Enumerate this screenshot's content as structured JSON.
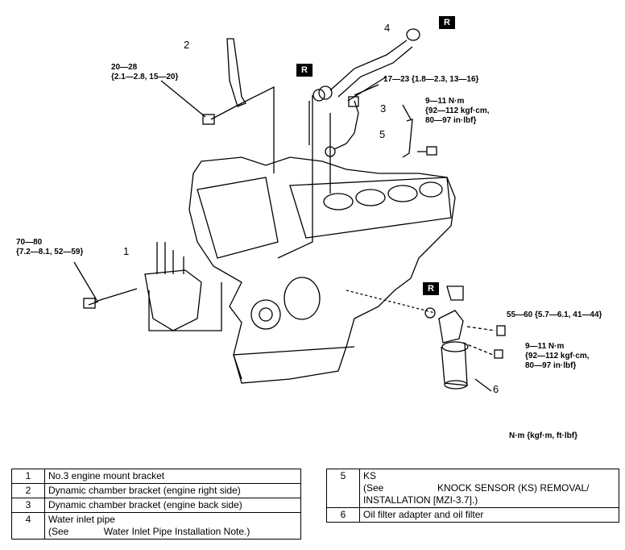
{
  "diagram": {
    "callouts": [
      {
        "id": "1",
        "text": "1"
      },
      {
        "id": "2",
        "text": "2"
      },
      {
        "id": "3",
        "text": "3"
      },
      {
        "id": "4",
        "text": "4"
      },
      {
        "id": "5",
        "text": "5"
      },
      {
        "id": "6",
        "text": "6"
      }
    ],
    "r_marks": [
      "R",
      "R",
      "R"
    ],
    "torques": {
      "t2_line1": "20—28",
      "t2_line2": "{2.1—2.8, 15—20}",
      "t5": "17—23 {1.8—2.3, 13—16}",
      "t3_line1": "9—11 N·m",
      "t3_line2": "{92—112 kgf·cm,",
      "t3_line3": "80—97 in·lbf}",
      "t1_line1": "70—80",
      "t1_line2": "{7.2—8.1, 52—59}",
      "t6a": "55—60 {5.7—6.1, 41—44}",
      "t6b_line1": "9—11 N·m",
      "t6b_line2": "{92—112 kgf·cm,",
      "t6b_line3": "80—97 in·lbf}"
    },
    "units_note": "N·m {kgf·m, ft·lbf}"
  },
  "parts_left": [
    {
      "no": "1",
      "line1": "No.3 engine mount bracket",
      "line2": ""
    },
    {
      "no": "2",
      "line1": "Dynamic chamber bracket (engine right side)",
      "line2": ""
    },
    {
      "no": "3",
      "line1": "Dynamic chamber bracket (engine back side)",
      "line2": ""
    },
    {
      "no": "4",
      "line1": "Water inlet pipe",
      "line2": "(See             Water Inlet Pipe Installation Note.)"
    }
  ],
  "parts_right": [
    {
      "no": "5",
      "line1": "KS",
      "line2": "(See                    KNOCK SENSOR (KS) REMOVAL/",
      "line3": "INSTALLATION [MZI-3.7].)"
    },
    {
      "no": "6",
      "line1": "Oil filter adapter and oil filter",
      "line2": "",
      "line3": ""
    }
  ]
}
